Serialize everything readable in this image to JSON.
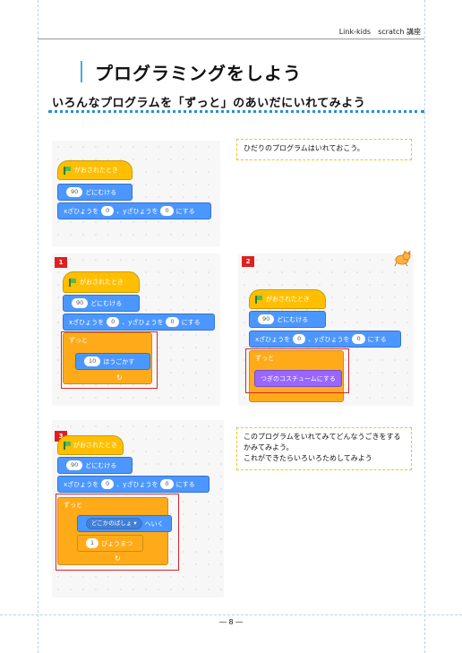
{
  "header": {
    "text": "Link-kids　scratch 講座"
  },
  "title": "プログラミングをしよう",
  "subtitle": "いろんなプログラムを「ずっと」のあいだにいれてみよう",
  "notes": {
    "top": "ひだりのプログラムはいれておこう。",
    "bottom_lines": [
      "このプログラムをいれてみてどんなうごきをする",
      "かみてみよう。",
      "これができたらいろいろためしてみよう"
    ]
  },
  "blocks": {
    "when_flag": "がおされたとき",
    "point_dir": "どにむける",
    "point_val": "90",
    "goto_x": "xざひょうを",
    "goto_xval": "0",
    "goto_y": "、yざひょうを",
    "goto_yval": "0",
    "goto_end": "にする",
    "forever": "ずっと",
    "move_val": "10",
    "move": "ほうごかす",
    "next_costume": "つぎのコスチュームにする",
    "goto_target": "どこかのばしょ ▾",
    "goto_target_end": "へいく",
    "wait_val": "1",
    "wait": "びょうまつ",
    "loop_arrow": "↻"
  },
  "badges": [
    "1",
    "2",
    "3"
  ],
  "footer": {
    "page": "― 8 ―"
  },
  "colors": {
    "hat": "#ffbf00",
    "motion": "#4c97ff",
    "looks": "#9966ff",
    "control": "#ffab19",
    "highlight": "#d7262c",
    "accent": "#2a8fd0"
  }
}
